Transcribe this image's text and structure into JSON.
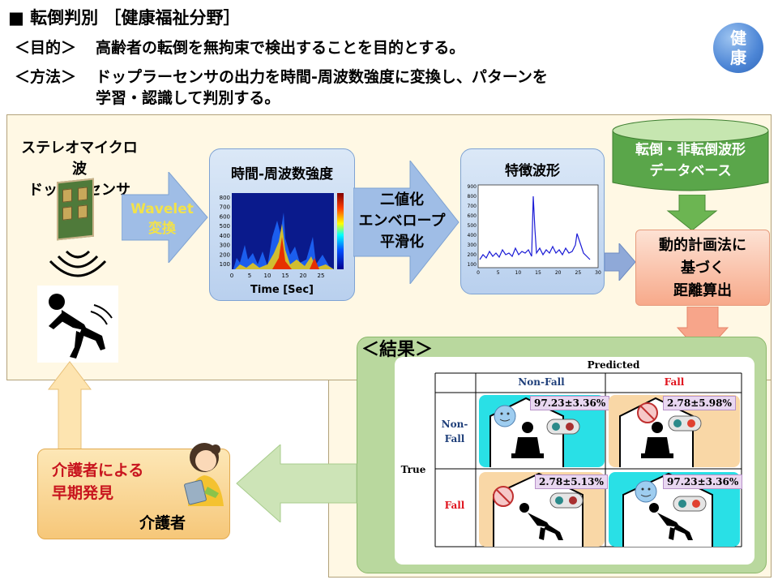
{
  "header": {
    "title": "■ 転倒判別 ［健康福祉分野］",
    "purpose_label": "＜目的＞",
    "purpose_text": "高齢者の転倒を無拘束で検出することを目的とする。",
    "method_label": "＜方法＞",
    "method_text_1": "ドップラーセンサの出力を時間-周波数強度に変換し、パターンを",
    "method_text_2": "学習・認識して判別する。",
    "badge_line1": "健",
    "badge_line2": "康"
  },
  "flow": {
    "sensor_line1": "ステレオマイクロ波",
    "sensor_line2": "ドップラセンサ",
    "wavelet_line1": "Wavelet",
    "wavelet_line2": "変換",
    "spectrogram_title": "時間-周波数強度",
    "spectrogram_xlabel": "Time [Sec]",
    "step2_line1": "二値化",
    "step2_line2": "エンベロープ",
    "step2_line3": "平滑化",
    "feature_title": "特徴波形",
    "database_line1": "転倒・非転倒波形",
    "database_line2": "データベース",
    "dp_line1": "動的計画法に",
    "dp_line2": "基づく",
    "dp_line3": "距離算出"
  },
  "spectrogram_ticks": {
    "y": [
      "800",
      "700",
      "600",
      "500",
      "400",
      "300",
      "200",
      "100"
    ],
    "x": [
      "0",
      "5",
      "10",
      "15",
      "20",
      "25"
    ]
  },
  "feature_ticks": {
    "y": [
      "900",
      "800",
      "700",
      "600",
      "500",
      "400",
      "300",
      "200",
      "100"
    ],
    "x": [
      "0",
      "5",
      "10",
      "15",
      "20",
      "25",
      "30"
    ]
  },
  "results": {
    "title": "＜結果＞",
    "predicted_label": "Predicted",
    "true_label": "True",
    "col_nonfall": "Non-Fall",
    "col_fall": "Fall",
    "row_nonfall_1": "Non-",
    "row_nonfall_2": "Fall",
    "row_fall": "Fall",
    "cell_tn": "97.23±3.36%",
    "cell_fp": "2.78±5.98%",
    "cell_fn": "2.78±5.13%",
    "cell_tp": "97.23±3.36%"
  },
  "caregiver": {
    "line1": "介護者による",
    "line2": "早期発見",
    "role": "介護者"
  },
  "colors": {
    "fall_red": "#e0141e",
    "nonfall_blue": "#1f3f7a",
    "cell_cyan": "#29e0e6",
    "cell_peach": "#f9d7a6"
  }
}
